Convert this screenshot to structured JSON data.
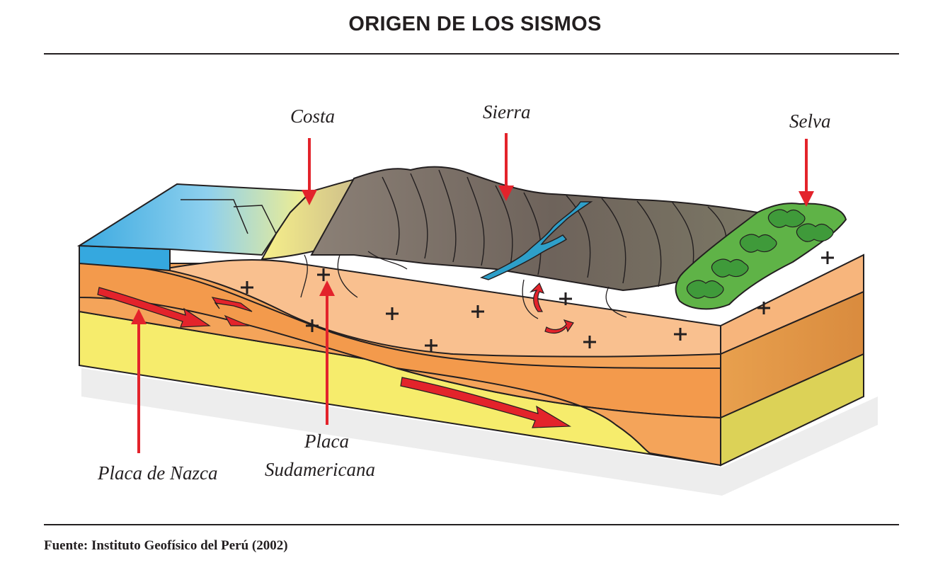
{
  "title": "ORIGEN DE LOS SISMOS",
  "labels": {
    "costa": "Costa",
    "sierra": "Sierra",
    "selva": "Selva",
    "placa_nazca": "Placa de Nazca",
    "placa_sudamericana_1": "Placa",
    "placa_sudamericana_2": "Sudamericana"
  },
  "source": "Fuente: Instituto Geofísico del Perú (2002)",
  "colors": {
    "ocean": "#35a8df",
    "coast": "#f5ee7a",
    "mountains": "#756a62",
    "jungle": "#5fb347",
    "crust": "#f9c08f",
    "plate": "#f4a45a",
    "mantle": "#f6ec6c",
    "arrow": "#e3232b",
    "river": "#2e9fc9"
  }
}
